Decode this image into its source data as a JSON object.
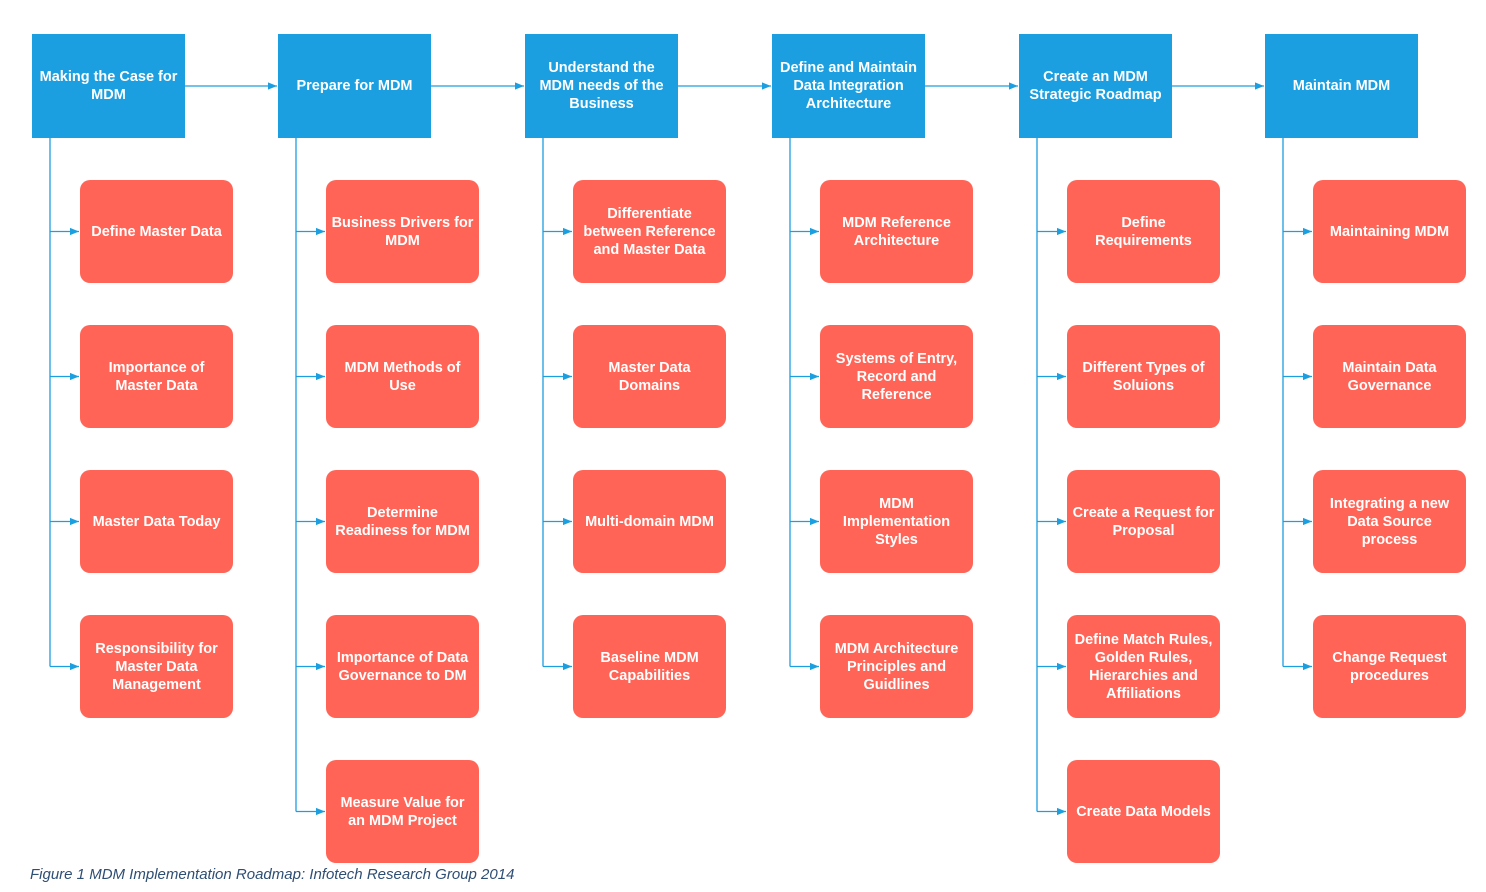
{
  "diagram": {
    "colors": {
      "phase_fill": "#1c9fe0",
      "task_fill": "#ff6456",
      "connector": "#1c9fe0",
      "caption_text": "#2e4e74"
    },
    "phases": [
      {
        "label": "Making the Case for MDM",
        "tasks": [
          "Define Master Data",
          "Importance of Master Data",
          "Master Data Today",
          "Responsibility for Master Data Management"
        ]
      },
      {
        "label": "Prepare for MDM",
        "tasks": [
          "Business Drivers for MDM",
          "MDM Methods of Use",
          "Determine Readiness for MDM",
          "Importance of Data Governance to DM",
          "Measure Value for an MDM Project"
        ]
      },
      {
        "label": "Understand the MDM needs of the Business",
        "tasks": [
          "Differentiate between Reference and Master Data",
          "Master Data Domains",
          "Multi-domain MDM",
          "Baseline MDM Capabilities"
        ]
      },
      {
        "label": "Define and Maintain Data Integration Architecture",
        "tasks": [
          "MDM Reference Architecture",
          "Systems of Entry, Record and Reference",
          "MDM Implementation Styles",
          "MDM Architecture Principles and Guidlines"
        ]
      },
      {
        "label": "Create an MDM Strategic Roadmap",
        "tasks": [
          "Define Requirements",
          "Different Types of Soluions",
          "Create a Request for Proposal",
          "Define Match Rules, Golden Rules, Hierarchies and Affiliations",
          "Create Data Models"
        ]
      },
      {
        "label": "Maintain MDM",
        "tasks": [
          "Maintaining MDM",
          "Maintain Data Governance",
          "Integrating a new Data Source process",
          "Change Request procedures"
        ]
      }
    ]
  },
  "caption": "Figure 1 MDM Implementation Roadmap: Infotech Research Group 2014"
}
